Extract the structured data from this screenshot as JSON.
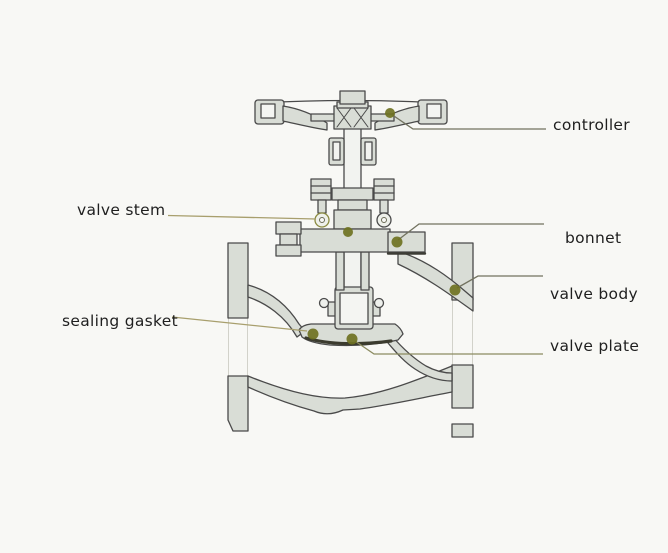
{
  "parts": [
    {
      "id": "controller",
      "label": "controller"
    },
    {
      "id": "valve-stem",
      "label": "valve stem"
    },
    {
      "id": "bonnet",
      "label": "bonnet"
    },
    {
      "id": "valve-body",
      "label": "valve body"
    },
    {
      "id": "sealing-gasket",
      "label": "sealing gasket"
    },
    {
      "id": "valve-plate",
      "label": "valve plate"
    }
  ],
  "colors": {
    "background": "#f8f8f5",
    "metal_fill": "#d9ddd6",
    "metal_outline": "#4a4a4a",
    "marker_dot": "#6f7222",
    "leader_line_left": "#a89f6d",
    "leader_line_right": "#72725f",
    "gasket_dark": "#3b3b2e",
    "label_text": "#1f1f1f"
  }
}
